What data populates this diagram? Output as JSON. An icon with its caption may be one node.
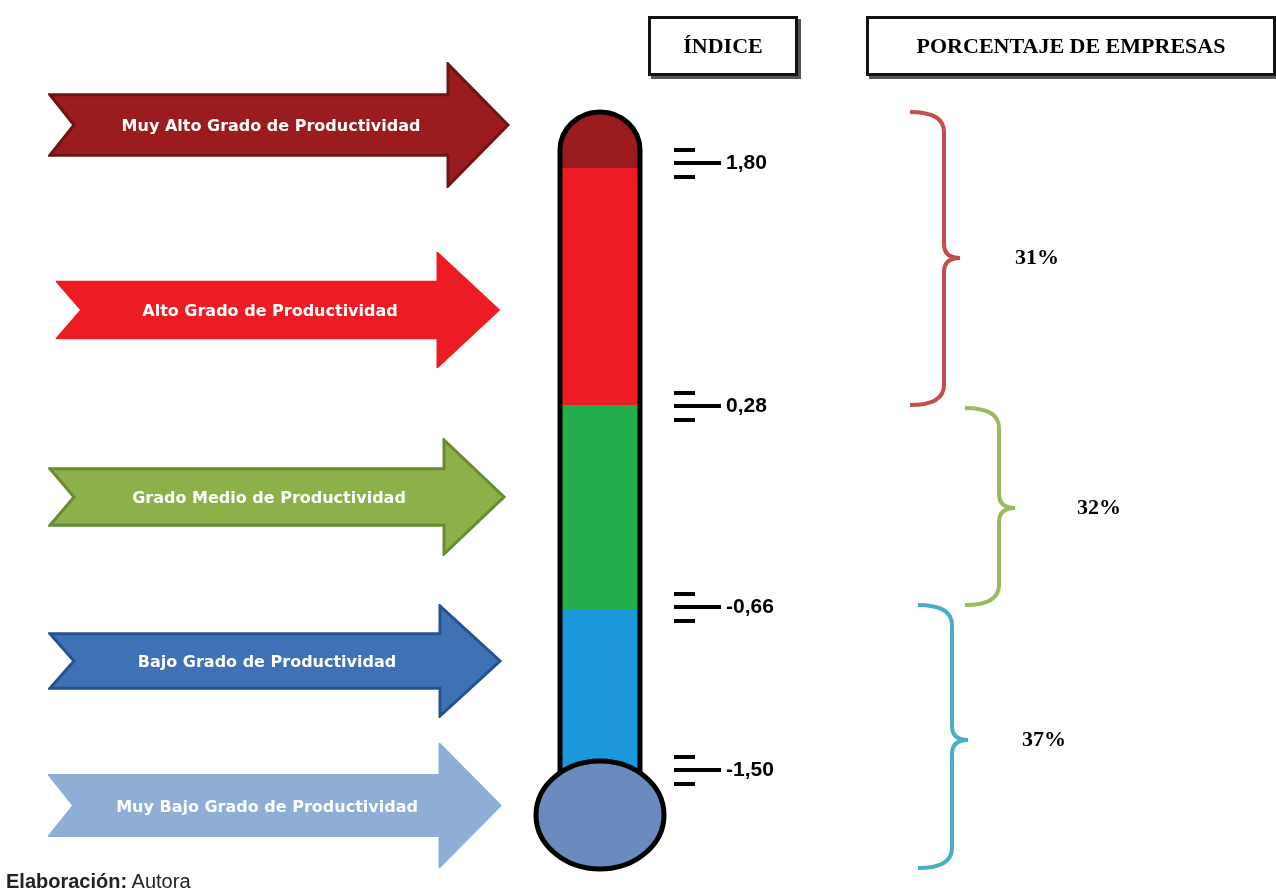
{
  "diagram": {
    "caption": "**Elaboración:** Autora",
    "nodes": [
      {
        "text": [
          "ÍNDICE"
        ]
      },
      {
        "text": [
          "PORCENTAJE DE EMPRESAS"
        ]
      },
      {
        "text": [
          "Muy Alto Grado de Productividad"
        ]
      },
      {
        "text": [
          "Alto Grado de Productividad"
        ]
      },
      {
        "text": [
          "Grado Medio de Productividad"
        ]
      },
      {
        "text": [
          "Bajo Grado de Productividad"
        ]
      },
      {
        "text": [
          "Muy Bajo Grado de Productividad"
        ]
      }
    ],
    "edges": [],
    "labels": [
      "1,80",
      "31%",
      "0,28",
      "32%",
      "-0,66",
      "37%",
      "-1,50"
    ]
  }
}
